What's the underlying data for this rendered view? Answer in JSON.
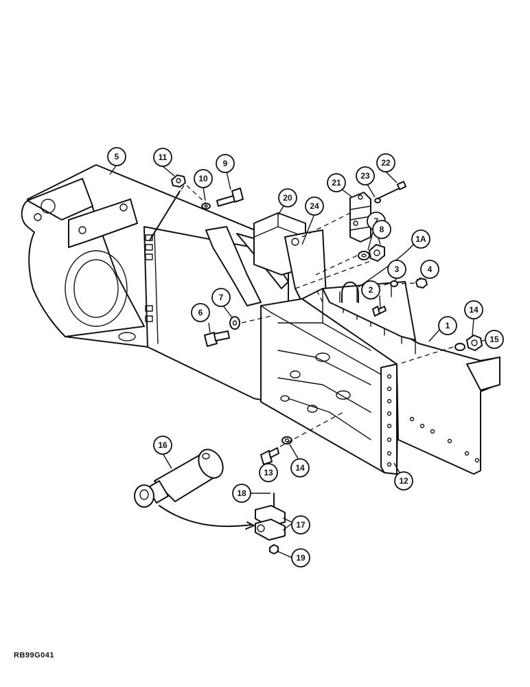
{
  "document_id": "RB99G041",
  "callouts": {
    "c5": "5",
    "c11": "11",
    "c10": "10",
    "c9": "9",
    "c20": "20",
    "c24": "24",
    "c21": "21",
    "c23": "23",
    "c22": "22",
    "c7a": "7",
    "c8": "8",
    "c1a": "1A",
    "c3": "3",
    "c4": "4",
    "c2": "2",
    "c6": "6",
    "c7b": "7",
    "c1": "1",
    "c14a": "14",
    "c15": "15",
    "c16": "16",
    "c13": "13",
    "c14b": "14",
    "c12": "12",
    "c18": "18",
    "c17": "17",
    "c19": "19"
  }
}
